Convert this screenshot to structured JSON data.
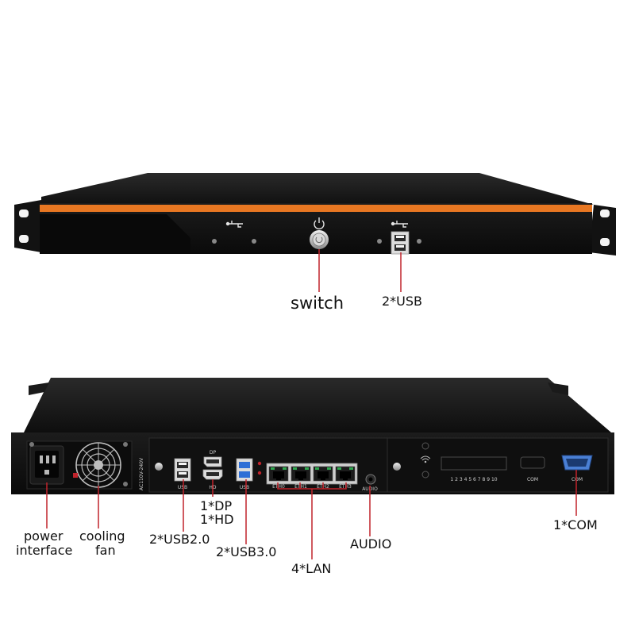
{
  "colors": {
    "accent": "#e87722",
    "chassis": "#151515",
    "callout_line": "#c0232b",
    "port_blue": "#2f6fd6",
    "lan_green": "#2fa84f"
  },
  "front_panel": {
    "callouts": {
      "switch": "switch",
      "usb": "2*USB"
    }
  },
  "rear_panel": {
    "psu_rating": "AC110V-240V",
    "port_prints": {
      "usb2": "USB",
      "dp": "DP",
      "hd": "HD",
      "usb3": "USB",
      "eth0": "ETH0",
      "eth1": "ETH1",
      "eth2": "ETH2",
      "eth3": "ETH3",
      "audio": "AUDIO",
      "com_blank": "COM",
      "com": "COM",
      "gpio_numbers": "1 2 3 4 5 6 7 8 9 10"
    },
    "callouts": {
      "power": [
        "power",
        "interface"
      ],
      "fan": [
        "cooling",
        "fan"
      ],
      "usb2": "2*USB2.0",
      "dp": "1*DP",
      "hd": "1*HD",
      "usb3": "2*USB3.0",
      "lan": "4*LAN",
      "audio": "AUDIO",
      "com": "1*COM"
    }
  },
  "icons": [
    "usb-icon",
    "power-icon",
    "wifi-icon"
  ]
}
